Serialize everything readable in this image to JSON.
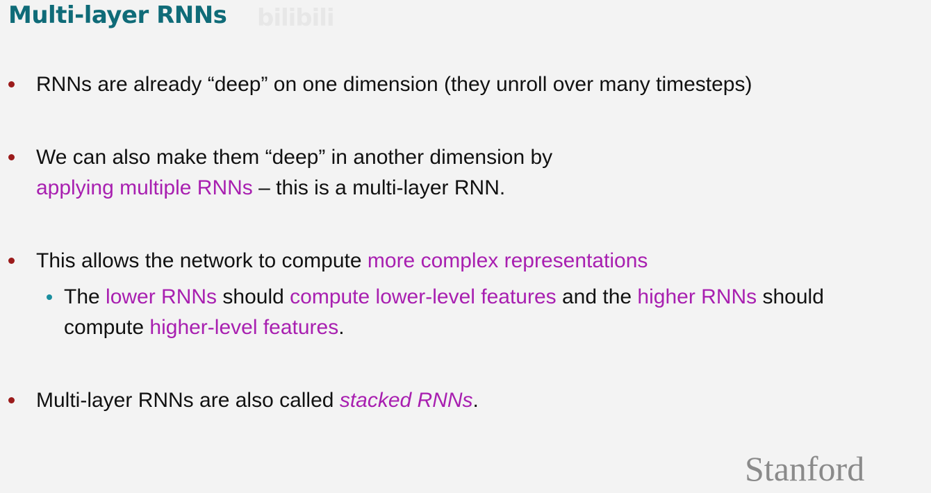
{
  "title": "Multi-layer RNNs",
  "watermark": "bilibili",
  "bullets": {
    "b1": {
      "text": "RNNs are already “deep” on one dimension (they unroll over many timesteps)"
    },
    "b2": {
      "line1": "We can also make them “deep” in another dimension by",
      "line2_highlight": "applying multiple RNNs",
      "line2_rest": " – this is a multi-layer RNN."
    },
    "b3": {
      "prefix": "This allows the network to compute ",
      "highlight": "more complex representations"
    },
    "b3_sub": {
      "line1_p1": "The ",
      "line1_h1": "lower RNNs",
      "line1_p2": " should ",
      "line1_h2": "compute lower-level features",
      "line1_p3": " and the ",
      "line1_h3": "higher RNNs",
      "line1_p4": " should",
      "line2_p1": "compute ",
      "line2_h1": "higher-level features",
      "line2_p2": "."
    },
    "b4": {
      "prefix": "Multi-layer RNNs are also called ",
      "highlight": "stacked RNNs",
      "suffix": "."
    }
  },
  "footer": {
    "logo_text": "Stanford"
  },
  "colors": {
    "title": "#0f6b78",
    "highlight": "#a81fb0",
    "bullet": "#9b1b1b",
    "sub_bullet": "#1a8e9e",
    "background": "#f3f3f3"
  }
}
